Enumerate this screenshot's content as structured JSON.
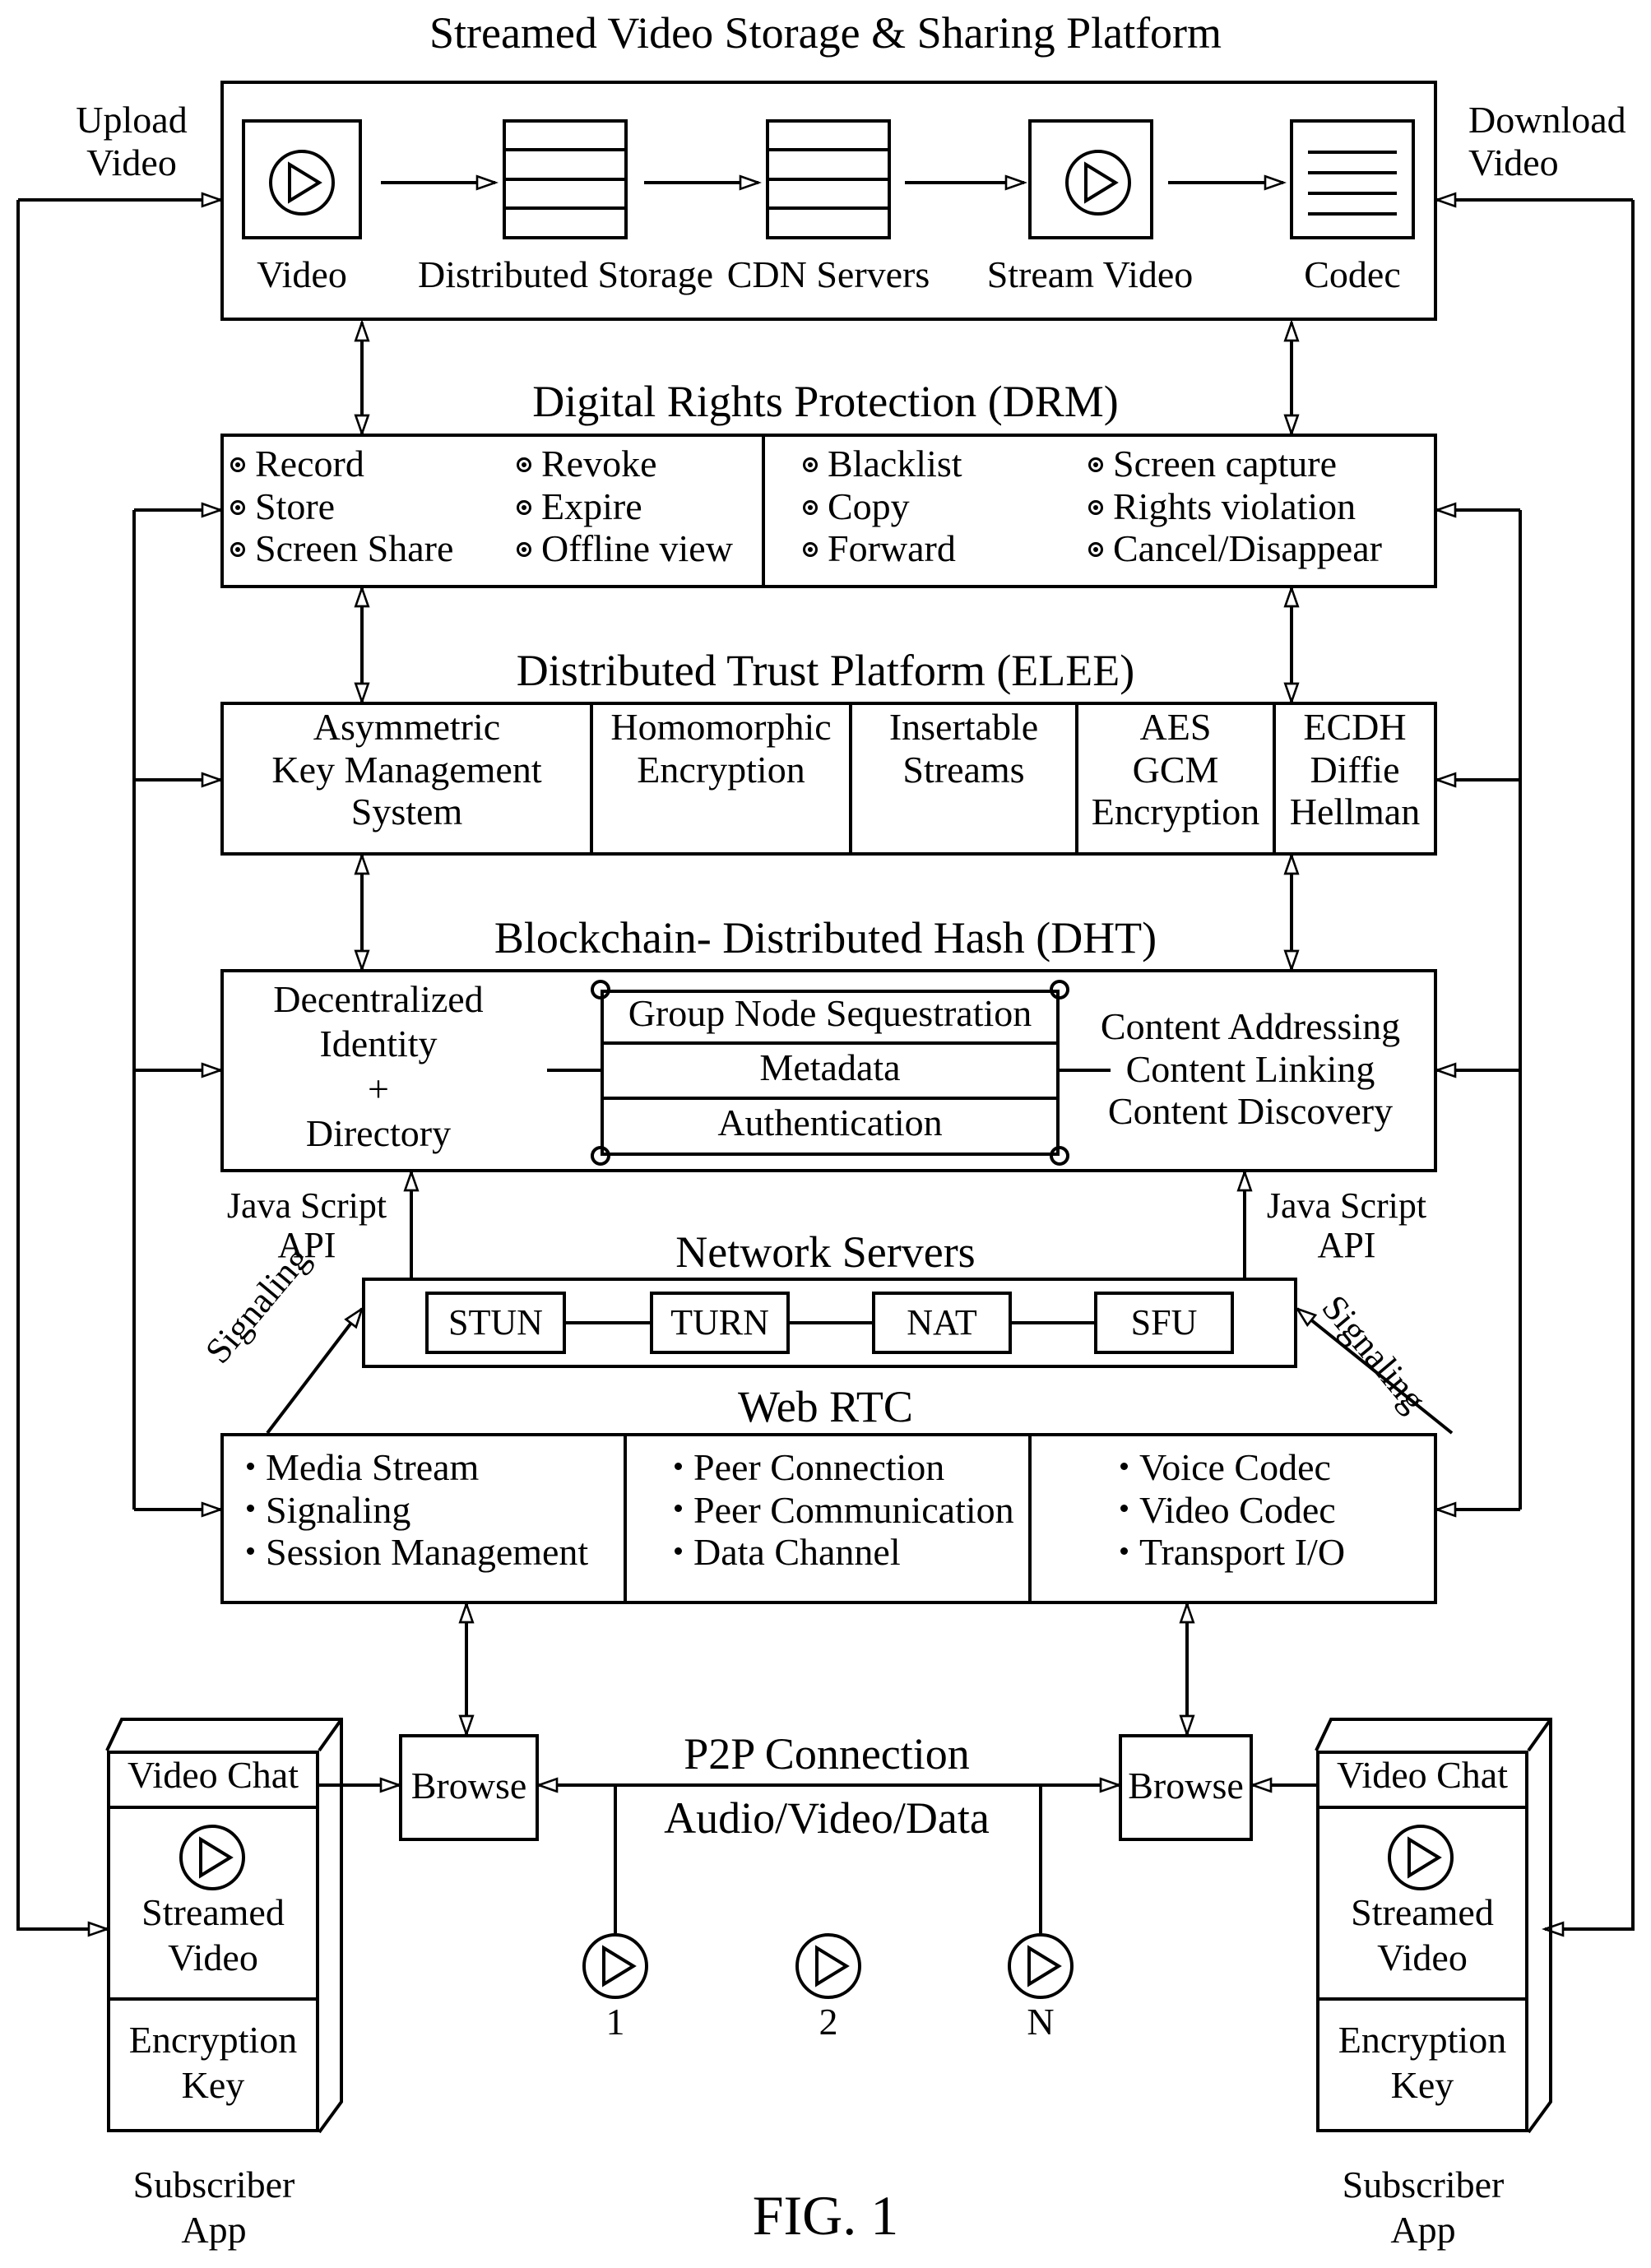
{
  "figure_caption": "FIG. 1",
  "platform": {
    "title": "Streamed Video Storage & Sharing Platform",
    "upload_label": "Upload\nVideo",
    "download_label": "Download\nVideo",
    "items": [
      "Video",
      "Distributed Storage",
      "CDN Servers",
      "Stream Video",
      "Codec"
    ]
  },
  "drm": {
    "title": "Digital Rights Protection (DRM)",
    "col1": [
      "Record",
      "Store",
      "Screen Share"
    ],
    "col2": [
      "Revoke",
      "Expire",
      "Offline view"
    ],
    "col3": [
      "Blacklist",
      "Copy",
      "Forward"
    ],
    "col4": [
      "Screen capture",
      "Rights violation",
      "Cancel/Disappear"
    ]
  },
  "trust": {
    "title": "Distributed Trust Platform (ELEE)",
    "cells": [
      "Asymmetric\nKey Management\nSystem",
      "Homomorphic\nEncryption",
      "Insertable\nStreams",
      "AES\nGCM\nEncryption",
      "ECDH\nDiffie\nHellman"
    ]
  },
  "dht": {
    "title": "Blockchain- Distributed Hash (DHT)",
    "left": "Decentralized\nIdentity\n+\nDirectory",
    "center": [
      "Group Node Sequestration",
      "Metadata",
      "Authentication"
    ],
    "right": "Content Addressing\nContent Linking\nContent Discovery"
  },
  "api": {
    "left": "Java Script\nAPI",
    "right": "Java Script\nAPI"
  },
  "network": {
    "title": "Network Servers",
    "servers": [
      "STUN",
      "TURN",
      "NAT",
      "SFU"
    ],
    "signaling_left": "Signaling",
    "signaling_right": "Signaling"
  },
  "webrtc": {
    "title": "Web RTC",
    "col1": [
      "Media Stream",
      "Signaling",
      "Session Management"
    ],
    "col2": [
      "Peer Connection",
      "Peer Communication",
      "Data Channel"
    ],
    "col3": [
      "Voice Codec",
      "Video Codec",
      "Transport I/O"
    ]
  },
  "p2p": {
    "title": "P2P Connection",
    "subtitle": "Audio/Video/Data",
    "browse_left": "Browse",
    "browse_right": "Browse",
    "nodes": [
      "1",
      "2",
      "N"
    ]
  },
  "subscriber": {
    "video_chat": "Video Chat",
    "streamed_video": "Streamed\nVideo",
    "encryption_key": "Encryption\nKey",
    "app_label": "Subscriber\nApp"
  }
}
